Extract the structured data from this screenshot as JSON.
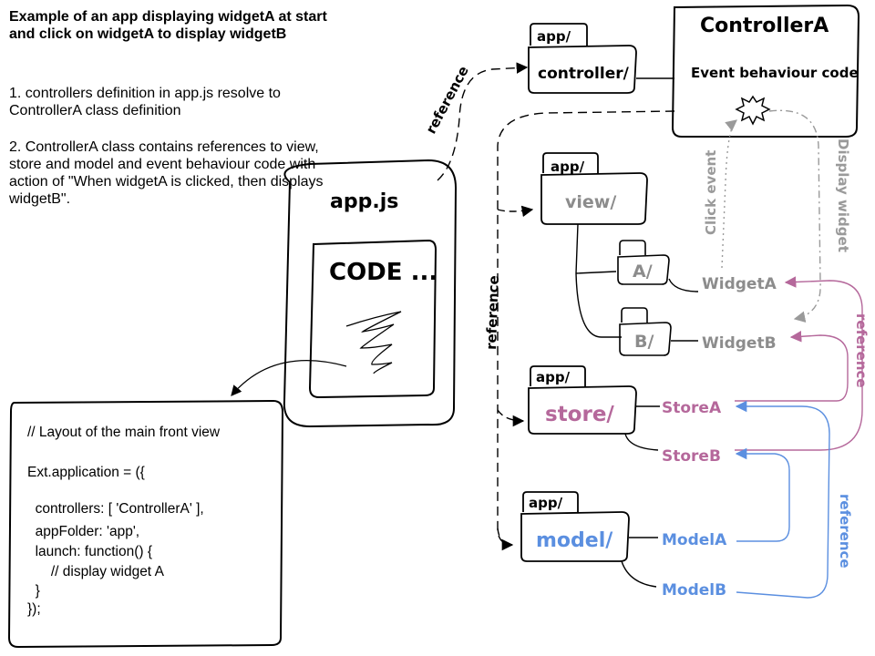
{
  "description": {
    "title": "Example of an app displaying widgetA at start and click on widgetA to display widgetB",
    "step1": "1. controllers definition in app.js resolve to ControllerA class definition",
    "step2": "2. ControllerA class contains references to view, store and model and event behaviour code with action of \"When widgetA is clicked, then displays widgetB\"."
  },
  "appjs": {
    "title": "app.js",
    "code_label": "CODE ..."
  },
  "code_block": {
    "lines": [
      "// Layout of the main front view",
      "",
      "Ext.application = ({",
      "",
      "  controllers: [ 'ControllerA' ],",
      "  appFolder: 'app',",
      "  launch: function() {",
      "      // display widget A",
      "  }",
      "});"
    ]
  },
  "controller": {
    "title": "ControllerA",
    "subtitle": "Event behaviour code"
  },
  "folders": {
    "controller": {
      "tab": "app/",
      "name": "controller/"
    },
    "view": {
      "tab": "app/",
      "name": "view/"
    },
    "view_a": {
      "name": "A/"
    },
    "view_b": {
      "name": "B/"
    },
    "store": {
      "tab": "app/",
      "name": "store/"
    },
    "model": {
      "tab": "app/",
      "name": "model/"
    }
  },
  "items": {
    "widget_a": "WidgetA",
    "widget_b": "WidgetB",
    "store_a": "StoreA",
    "store_b": "StoreB",
    "model_a": "ModelA",
    "model_b": "ModelB"
  },
  "edge_labels": {
    "reference_top": "reference",
    "reference_left": "reference",
    "reference_pink": "reference",
    "reference_blue": "reference",
    "click_event": "Click event",
    "display_widget": "Display widget"
  },
  "colors": {
    "ink": "#000000",
    "gray": "#8c8c8c",
    "pink": "#b5689b",
    "blue": "#5b8fe0"
  }
}
